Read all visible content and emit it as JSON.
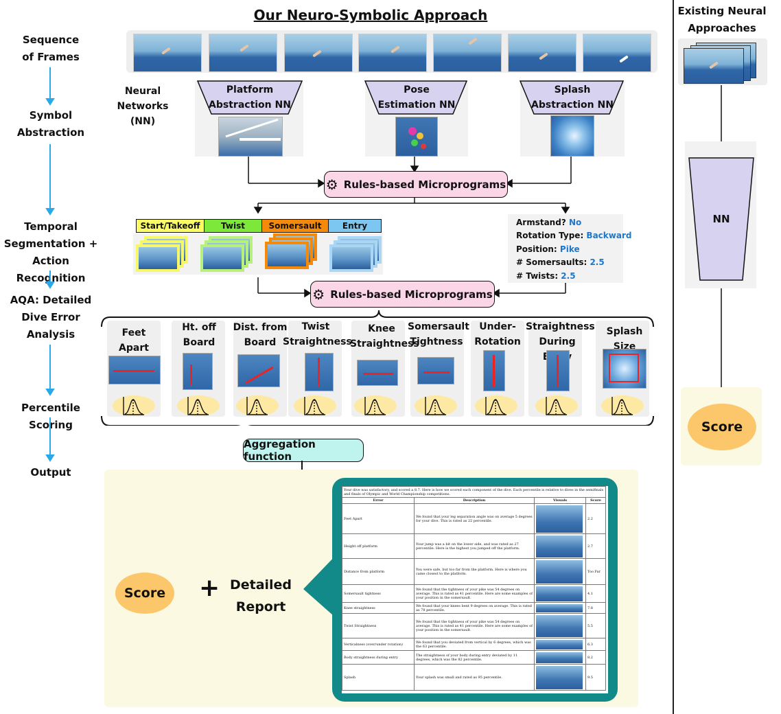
{
  "title": "Our Neuro-Symbolic Approach",
  "existing": {
    "title_line1": "Existing Neural",
    "title_line2": "Approaches",
    "nn": "NN",
    "score": "Score"
  },
  "stages": {
    "seq1": "Sequence",
    "seq2": "of Frames",
    "sym1": "Symbol",
    "sym2": "Abstraction",
    "temp1": "Temporal",
    "temp2": "Segmentation +",
    "temp3": "Action Recognition",
    "aqa1": "AQA: Detailed",
    "aqa2": "Dive Error",
    "aqa3": "Analysis",
    "pct": "Percentile Scoring",
    "out": "Output"
  },
  "nn_label1": "Neural",
  "nn_label2": "Networks (NN)",
  "networks": [
    {
      "l1": "Platform",
      "l2": "Abstraction NN"
    },
    {
      "l1": "Pose",
      "l2": "Estimation NN"
    },
    {
      "l1": "Splash",
      "l2": "Abstraction NN"
    }
  ],
  "microprograms": "Rules-based Microprograms",
  "segments": [
    {
      "label": "Start/Takeoff",
      "color": "#fbfb66"
    },
    {
      "label": "Twist",
      "color": "#7ee83a"
    },
    {
      "label": "Somersault",
      "color": "#f58a0a"
    },
    {
      "label": "Entry",
      "color": "#7cc6f2"
    }
  ],
  "attributes": [
    {
      "k": "Armstand? ",
      "v": "No"
    },
    {
      "k": "Rotation Type: ",
      "v": "Backward"
    },
    {
      "k": "Position: ",
      "v": "Pike"
    },
    {
      "k": "# Somersaults: ",
      "v": "2.5"
    },
    {
      "k": "# Twists: ",
      "v": "2.5"
    }
  ],
  "errors": [
    {
      "l1": "Feet",
      "l2": "Apart"
    },
    {
      "l1": "Ht. off",
      "l2": "Board"
    },
    {
      "l1": "Dist. from",
      "l2": "Board"
    },
    {
      "l1": "Twist",
      "l2": "Straightness"
    },
    {
      "l1": "Knee",
      "l2": "Straightness"
    },
    {
      "l1": "Somersault",
      "l2": "Tightness"
    },
    {
      "l1": "Under-",
      "l2": "Rotation"
    },
    {
      "l1": "Straightness",
      "l2": "During Entry"
    },
    {
      "l1": "Splash Size",
      "l2": ""
    }
  ],
  "aggregation": "Aggregation function",
  "output": {
    "score": "Score",
    "plus": "+",
    "report1": "Detailed",
    "report2": "Report"
  },
  "report": {
    "intro": "Your dive was satisfactory, and scored a 8.7. Here is how we scored each component of the dive. Each percentile is relative to dives in the semifinals and finals of Olympic and World Championship competitions.",
    "headers": [
      "Error",
      "Description",
      "Visuals",
      "Score"
    ],
    "rows": [
      {
        "e": "Feet Apart",
        "d": "We found that your leg separation angle was on average 5 degrees for your dive. This is rated as 22 percentile.",
        "s": "2.2"
      },
      {
        "e": "Height off platform",
        "d": "Your jump was a bit on the lower side, and was rated as 27 percentile. Here is the highest you jumped off the platform.",
        "s": "2.7"
      },
      {
        "e": "Distance from platform",
        "d": "You were safe, but too far from the platform. Here is where you came closest to the platform.",
        "s": "Too Far"
      },
      {
        "e": "Somersault tightness",
        "d": "We found that the tightness of your pike was 54 degrees on average. This is rated as 41 percentile. Here are some examples of your position in the somersault.",
        "s": "4.1"
      },
      {
        "e": "Knee straightness",
        "d": "We found that your knees bent 9 degrees on average. This is rated as 78 percentile.",
        "s": "7.8"
      },
      {
        "e": "Twist Straightness",
        "d": "We found that the tightness of your pike was 54 degrees on average. This is rated as 41 percentile. Here are some examples of your position in the somersault.",
        "s": "5.5"
      },
      {
        "e": "Verticalness (over/under rotation)",
        "d": "We found that you deviated from vertical by 6 degrees, which was the 63 percentile.",
        "s": "6.3"
      },
      {
        "e": "Body straightness during entry",
        "d": "The straightness of your body during entry deviated by 11 degrees, which was the 82 percentile.",
        "s": "8.2"
      },
      {
        "e": "Splash",
        "d": "Your splash was small and rated as 95 percentile.",
        "s": "9.5"
      }
    ]
  },
  "colors": {
    "arrow_blue": "#2aa8ea",
    "pink": "#fbd6e6",
    "cyan": "#bff3ee",
    "score_orange": "#fcc66a",
    "panel_yellow": "#fbf9e1",
    "teal": "#128a8a"
  }
}
